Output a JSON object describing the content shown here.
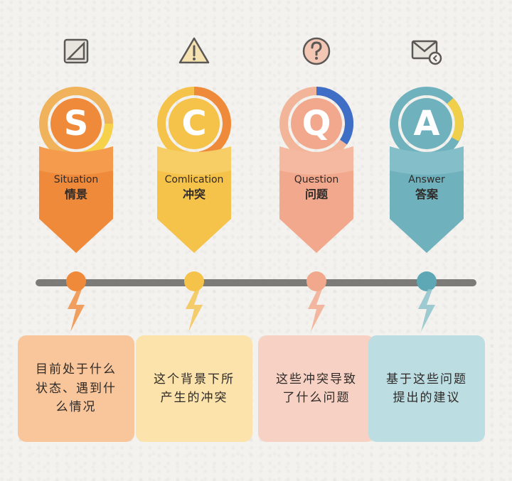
{
  "columns": [
    {
      "letter": "S",
      "en": "Situation",
      "zh": "情景",
      "description": "目前处于什么状态、遇到什么情况",
      "icon": "triangle-square-icon",
      "colors": {
        "ring": "#f0b25a",
        "ring_accent": "#f5d24a",
        "inner": "#f08a3b",
        "arrow": "#f08a3b",
        "arrow_light": "#f6a75b",
        "dot": "#f08a3b",
        "bolt": "#f08a3b",
        "card": "#f8c69a"
      }
    },
    {
      "letter": "C",
      "en": "Comlication",
      "zh": "冲突",
      "description": "这个背景下所产生的冲突",
      "icon": "warning-icon",
      "colors": {
        "ring": "#f5c24a",
        "ring_accent": "#f08a3b",
        "inner": "#f5c24a",
        "arrow": "#f5c24a",
        "arrow_light": "#f8d679",
        "dot": "#f5c24a",
        "bolt": "#f5c24a",
        "card": "#fbe3ab"
      }
    },
    {
      "letter": "Q",
      "en": "Question",
      "zh": "问题",
      "description": "这些冲突导致了什么问题",
      "icon": "question-icon",
      "colors": {
        "ring": "#f2b59a",
        "ring_accent": "#3f6ec7",
        "inner": "#f2a88c",
        "arrow": "#f2a88c",
        "arrow_light": "#f6c3ae",
        "dot": "#f2a88c",
        "bolt": "#f2a88c",
        "card": "#f7d2c4"
      }
    },
    {
      "letter": "A",
      "en": "Answer",
      "zh": "答案",
      "description": "基于这些问题提出的建议",
      "icon": "mail-reply-icon",
      "colors": {
        "ring": "#6fb2bd",
        "ring_accent": "#f0cf4a",
        "inner": "#6fb2bd",
        "arrow": "#6fb2bd",
        "arrow_light": "#93c7cf",
        "dot": "#5ea8b5",
        "bolt": "#8ec3cc",
        "card": "#bcdde2"
      }
    }
  ]
}
